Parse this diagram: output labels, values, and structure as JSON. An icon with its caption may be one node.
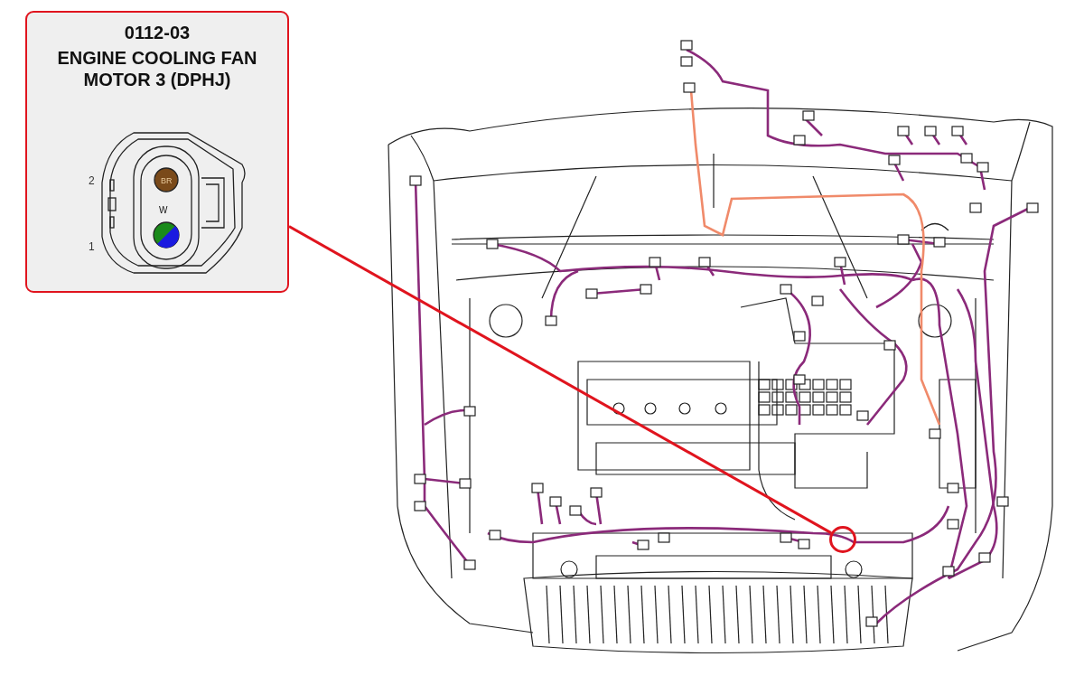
{
  "diagram": {
    "nodes": [
      {
        "text": [
          "0112-03",
          "ENGINE COOLING FAN MOTOR 3 (DPHJ)"
        ]
      },
      {
        "text": [],
        "shape": "circle"
      }
    ],
    "edges": [
      {
        "from": 0,
        "to": 1,
        "arrow": "none",
        "color": "#e0141e"
      }
    ],
    "labels": [
      "2",
      "BR",
      "W",
      "1"
    ]
  }
}
